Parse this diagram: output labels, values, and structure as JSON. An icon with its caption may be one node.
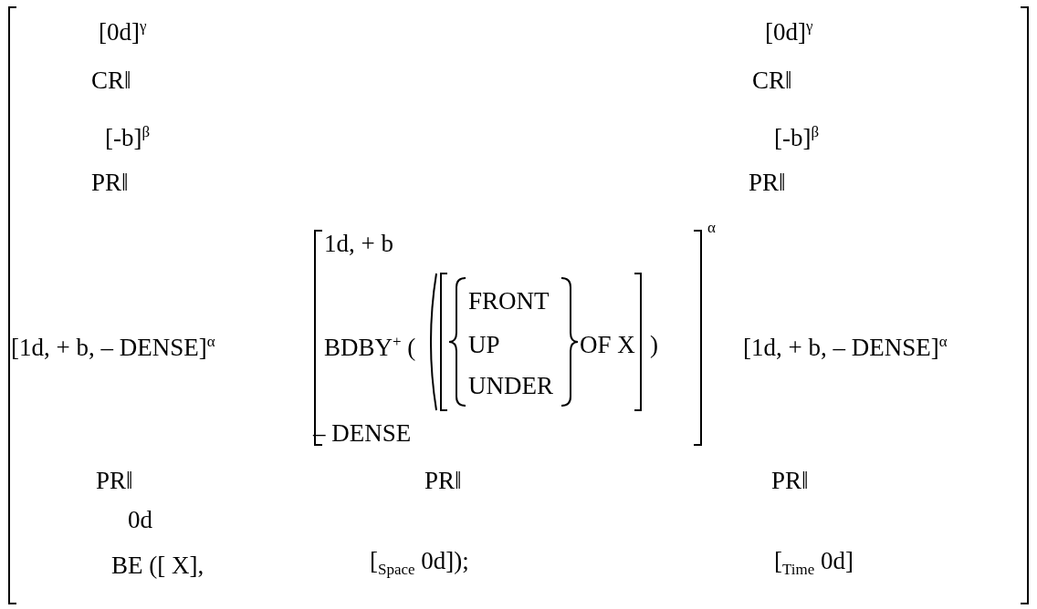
{
  "diagram": {
    "labels": [
      "[0d]$^{γ}$",
      "[0d]$^{γ}$",
      "CR‖",
      "CR‖",
      "[-b]$^{β}$",
      "[-b]$^{β}$",
      "PR‖",
      "PR‖",
      "α",
      "1d, + b",
      "FRONT",
      "[1d, + b, – DENSE]$^{α}$",
      "BDBY$^{+}$ (",
      "UP",
      "OF X",
      ")",
      "[1d, + b, – DENSE]$^{α}$",
      "UNDER",
      "– DENSE",
      "PR‖",
      "PR‖",
      "PR‖",
      "0d",
      "BE  ([ X],",
      "[$_{Space}$ 0d]);",
      "[$_{Time}$ 0d]"
    ]
  }
}
